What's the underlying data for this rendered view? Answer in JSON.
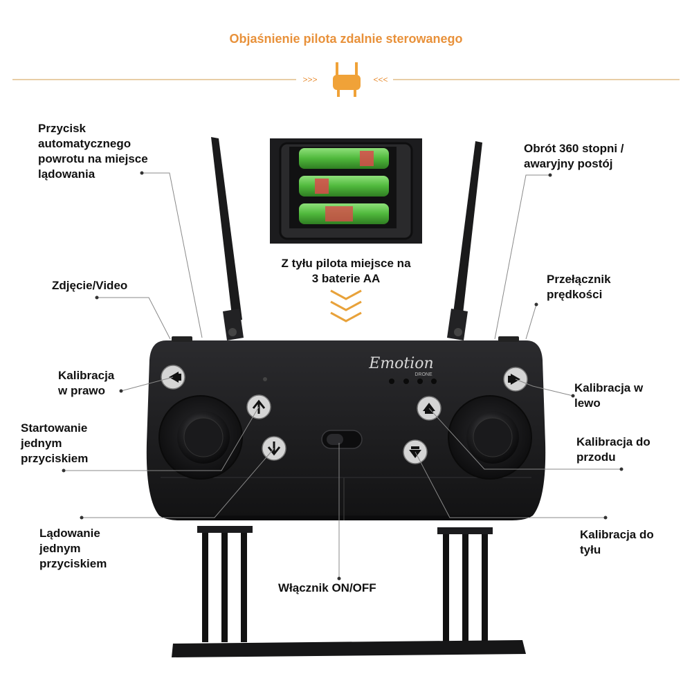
{
  "title": "Objaśnienie pilota zdalnie sterowanego",
  "brand": {
    "name": "Emotion",
    "sub": "DRONE"
  },
  "battery_caption": {
    "line1": "Z tyłu pilota miejsce na",
    "line2": "3 baterie AA"
  },
  "labels": {
    "return_home": {
      "line1": "Przycisk",
      "line2": "automatycznego",
      "line3": "powrotu na miejsce",
      "line4": "lądowania"
    },
    "rotate_360": {
      "line1": "Obrót 360 stopni /",
      "line2": "awaryjny postój"
    },
    "photo_video": "Zdjęcie/Video",
    "speed_switch": {
      "line1": "Przełącznik",
      "line2": "prędkości"
    },
    "calib_right": {
      "line1": "Kalibracja",
      "line2": "w prawo"
    },
    "calib_left": {
      "line1": "Kalibracja w",
      "line2": "lewo"
    },
    "takeoff": {
      "line1": "Startowanie",
      "line2": "jednym",
      "line3": "przyciskiem"
    },
    "calib_forward": {
      "line1": "Kalibracja do",
      "line2": "przodu"
    },
    "landing": {
      "line1": "Lądowanie",
      "line2": "jednym",
      "line3": "przyciskiem"
    },
    "calib_back": {
      "line1": "Kalibracja do",
      "line2": "tyłu"
    },
    "power": "Włącznik ON/OFF"
  },
  "arrows": {
    "left": ">>>",
    "right": "<<<"
  },
  "colors": {
    "accent": "#e8913a",
    "line": "#d9b070",
    "body": "#1b1b1d",
    "battery": "#5cc54a"
  }
}
